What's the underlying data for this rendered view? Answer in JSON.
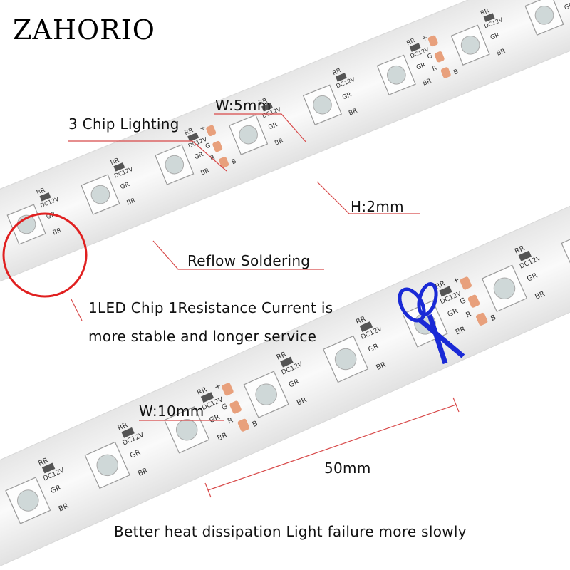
{
  "brand": "ZAHORIO",
  "labels": {
    "chip_lighting": "3 Chip Lighting",
    "width_small": "W:5mm",
    "height": "H:2mm",
    "reflow": "Reflow Soldering",
    "resistance_line1": "1LED Chip 1Resistance Current is",
    "resistance_line2": "more stable and longer service",
    "width_large": "W:10mm",
    "cut_length": "50mm",
    "heat": "Better heat dissipation Light failure more slowly"
  },
  "pcb_marks": {
    "rr": "RR",
    "gr": "GR",
    "br": "BR",
    "dc": "DC12V",
    "plus": "+",
    "g": "G",
    "r": "R",
    "b": "B"
  },
  "colors": {
    "annotation_line": "#d84a4a",
    "highlight_circle": "#e02020",
    "scissors": "#1a2ad6",
    "strip": "#f3f3f3",
    "solder_pad": "#e8a07c"
  },
  "icons": [
    "scissors-icon"
  ]
}
